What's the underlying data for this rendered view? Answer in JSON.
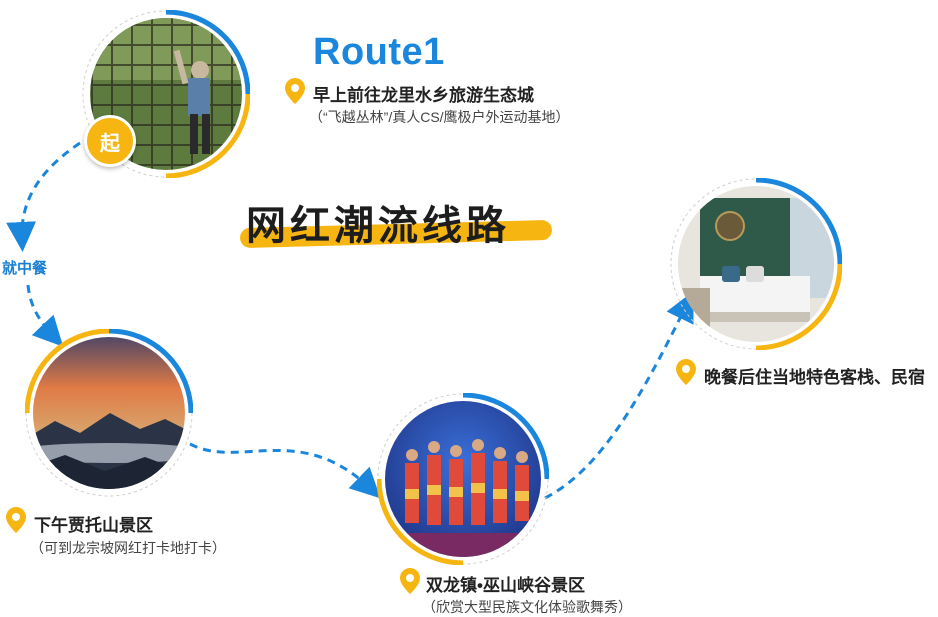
{
  "route_title": "Route1",
  "headline": "网红潮流线路",
  "start_badge": "起",
  "lunch_label": "就中餐",
  "colors": {
    "blue": "#1a86dc",
    "yellow": "#f6b511",
    "text": "#222222"
  },
  "stops": [
    {
      "name": "早上前往龙里水乡旅游生态城",
      "note": "（“飞越丛林”/真人CS/鹰极户外运动基地）",
      "photo": "rope-climbing-photo"
    },
    {
      "name": "下午贾托山景区",
      "note": "（可到龙宗坡网红打卡地打卡）",
      "photo": "mountain-sunset-photo"
    },
    {
      "name": "双龙镇•巫山峡谷景区",
      "note": "（欣赏大型民族文化体验歌舞秀）",
      "photo": "folk-dance-photo"
    },
    {
      "name": "晚餐后住当地特色客栈、民宿",
      "note": "",
      "photo": "hotel-room-photo"
    }
  ]
}
